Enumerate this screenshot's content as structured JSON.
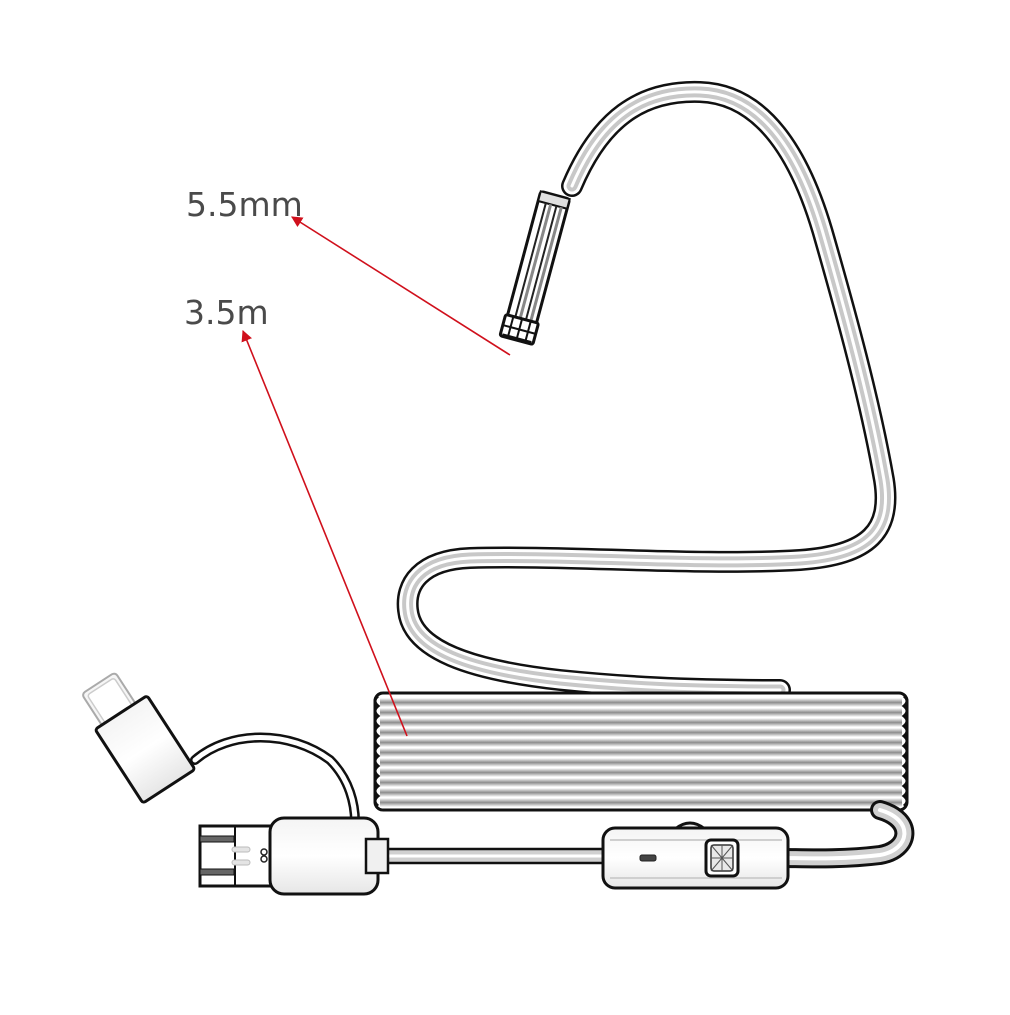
{
  "diagram": {
    "subject": "USB endoscope inspection camera with 3-in-1 connector",
    "annotations": [
      {
        "id": "diameter",
        "text": "5.5mm",
        "points_to": "camera-probe-tip"
      },
      {
        "id": "length",
        "text": "3.5m",
        "points_to": "coiled-cable"
      }
    ],
    "components": [
      {
        "id": "camera-probe",
        "description": "Cylindrical camera head with LED tip"
      },
      {
        "id": "cable",
        "description": "Flexible cable looping from probe"
      },
      {
        "id": "coiled-cable",
        "description": "Coiled bundle of cable"
      },
      {
        "id": "inline-controller",
        "description": "Inline controller with LED brightness wheel"
      },
      {
        "id": "usb-a-plug",
        "description": "USB-A connector"
      },
      {
        "id": "micro-usb-plug",
        "description": "Micro USB connector"
      },
      {
        "id": "usb-c-adapter",
        "description": "USB Type-C adapter on tether"
      }
    ],
    "colors": {
      "arrow": "#d0101c",
      "label_text": "#4a4a4a",
      "outline": "#111111",
      "cable_fill": "#c8c8c8",
      "background": "#ffffff"
    }
  }
}
